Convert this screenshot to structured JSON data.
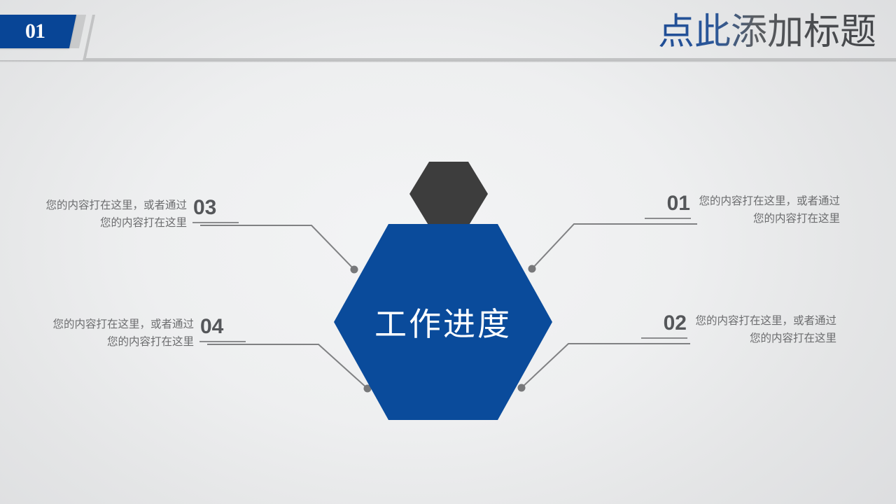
{
  "header": {
    "badge_number": "01",
    "title": "点此添加标题"
  },
  "diagram": {
    "center_label": "工作进度",
    "accent_shape": "hexagon",
    "colors": {
      "primary_blue": "#0a4b9b",
      "badge_blue": "#084596",
      "accent_dark": "#3d3d3d",
      "connector_gray": "#808183",
      "body_text": "#6b6c6e",
      "number_text": "#55575a"
    },
    "callouts": [
      {
        "number": "01",
        "text": "您的内容打在这里，或者通过您的内容打在这里",
        "side": "right"
      },
      {
        "number": "02",
        "text": "您的内容打在这里，或者通过您的内容打在这里",
        "side": "right"
      },
      {
        "number": "03",
        "text": "您的内容打在这里，或者通过您的内容打在这里",
        "side": "left"
      },
      {
        "number": "04",
        "text": "您的内容打在这里，或者通过您的内容打在这里",
        "side": "left"
      }
    ]
  }
}
